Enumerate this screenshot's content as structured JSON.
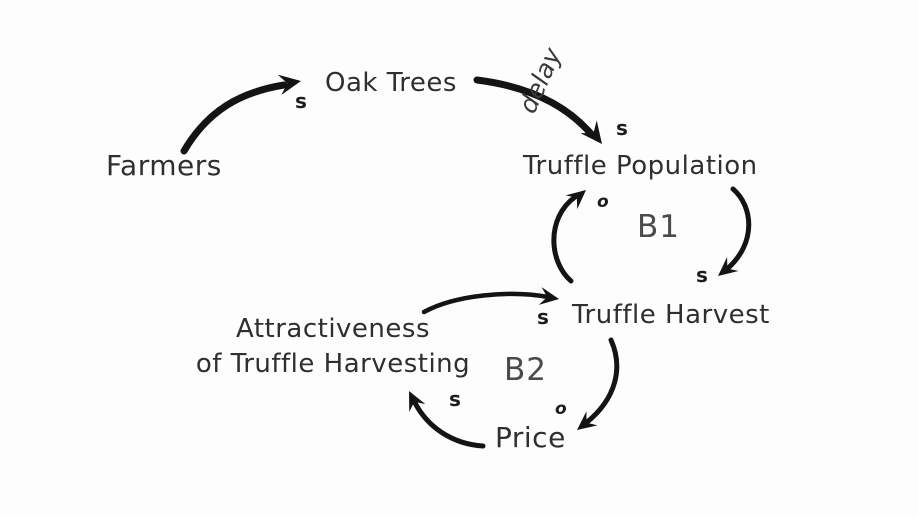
{
  "diagram": {
    "nodes": {
      "farmers": "Farmers",
      "oak_trees": "Oak Trees",
      "truffle_population": "Truffle Population",
      "truffle_harvest": "Truffle Harvest",
      "attractiveness_line1": "Attractiveness",
      "attractiveness_line2": "of Truffle Harvesting",
      "price": "Price"
    },
    "loops": {
      "b1": "B1",
      "b2": "B2"
    },
    "edge_labels": {
      "delay": "delay"
    },
    "polarity": {
      "s_farmers_to_oak": "s",
      "s_oak_to_population": "s",
      "o_harvest_to_population": "o",
      "s_population_to_harvest": "s",
      "s_attractiveness_to_harvest": "s",
      "o_harvest_to_price": "o",
      "s_price_to_attractiveness": "s"
    },
    "colors": {
      "ink": "#141414",
      "text": "#2f2f2f",
      "loop_label": "#4b4b4b",
      "background": "#fdfdfd"
    }
  }
}
